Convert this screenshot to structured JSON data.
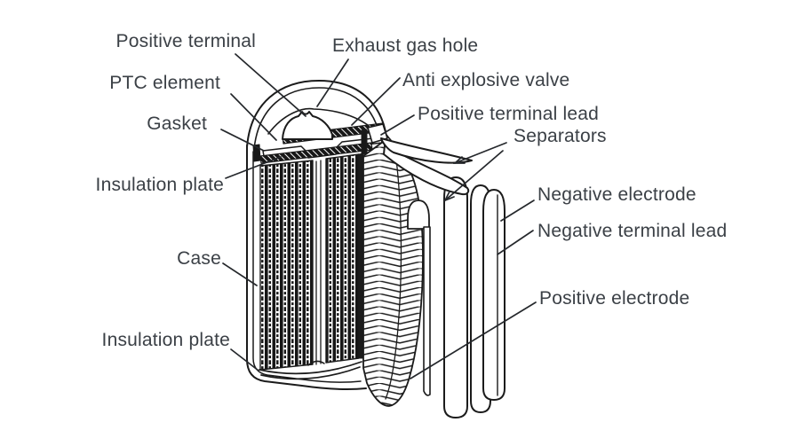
{
  "figure": {
    "title": "Cylindrical battery cutaway diagram",
    "background_color": "#ffffff",
    "line_color": "#1b1b1b",
    "text_color": "#3b4046"
  },
  "labels": {
    "positive_terminal": "Positive terminal",
    "exhaust_gas_hole": "Exhaust gas hole",
    "ptc_element": "PTC element",
    "anti_explosive_valve": "Anti explosive valve",
    "gasket": "Gasket",
    "positive_terminal_lead": "Positive terminal lead",
    "separators": "Separators",
    "insulation_plate_top": "Insulation plate",
    "negative_electrode": "Negative electrode",
    "negative_terminal_lead": "Negative terminal lead",
    "case": "Case",
    "positive_electrode": "Positive electrode",
    "insulation_plate_bottom": "Insulation plate"
  }
}
